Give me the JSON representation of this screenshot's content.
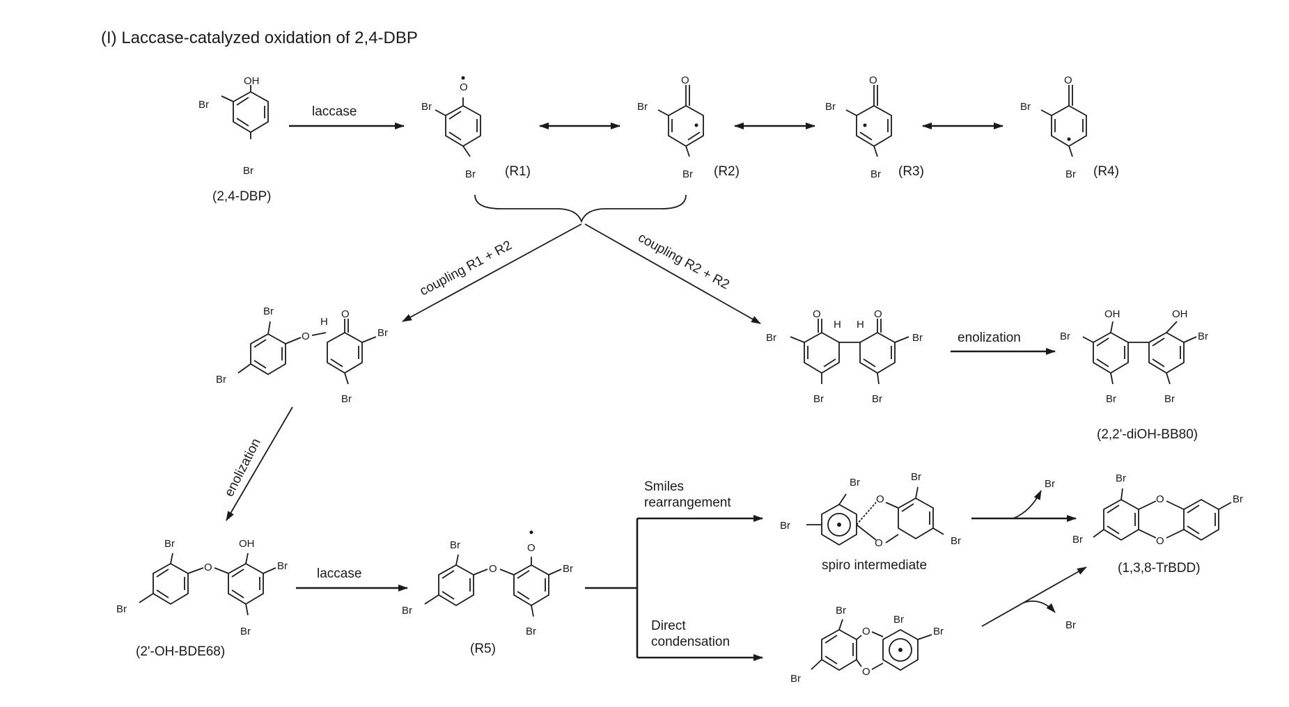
{
  "title": "(I) Laccase-catalyzed oxidation of 2,4-DBP",
  "reagents": {
    "laccase_top": "laccase",
    "laccase_bottom": "laccase",
    "coupling_r1_r2": "coupling R1 + R2",
    "coupling_r2_r2": "coupling R2 + R2",
    "enolization_right": "enolization",
    "enolization_left": "enolization",
    "smiles_line1": "Smiles",
    "smiles_line2": "rearrangement",
    "direct_line1": "Direct",
    "direct_line2": "condensation",
    "br_leaving_top": "Br",
    "br_leaving_bottom": "Br"
  },
  "compound_labels": {
    "dbp": "(2,4-DBP)",
    "r1": "(R1)",
    "r2": "(R2)",
    "r3": "(R3)",
    "r4": "(R4)",
    "bb80": "(2,2'-diOH-BB80)",
    "bde68": "(2'-OH-BDE68)",
    "r5": "(R5)",
    "spiro": "spiro intermediate",
    "trbdd": "(1,3,8-TrBDD)"
  },
  "atoms": {
    "oh": "OH",
    "o": "O",
    "br": "Br",
    "h": "H"
  }
}
